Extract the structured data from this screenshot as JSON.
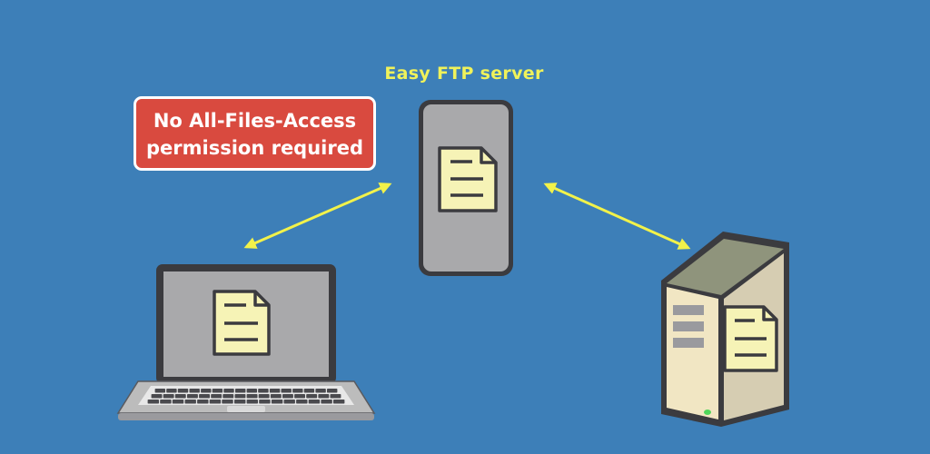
{
  "diagram": {
    "title": "Easy FTP server",
    "badge": {
      "line1": "No All-Files-Access",
      "line2": "permission required"
    },
    "colors": {
      "background": "#3d7fb8",
      "arrow": "#f2f24a",
      "badge_fill": "#d94a3f",
      "title_text": "#f0f25a",
      "document": "#f6f3b6"
    },
    "nodes": [
      {
        "name": "phone",
        "icon": "smartphone-icon"
      },
      {
        "name": "laptop",
        "icon": "laptop-icon"
      },
      {
        "name": "server",
        "icon": "server-tower-icon"
      }
    ],
    "edges": [
      {
        "from": "phone",
        "to": "laptop",
        "bidirectional": true
      },
      {
        "from": "phone",
        "to": "server",
        "bidirectional": true
      }
    ]
  }
}
